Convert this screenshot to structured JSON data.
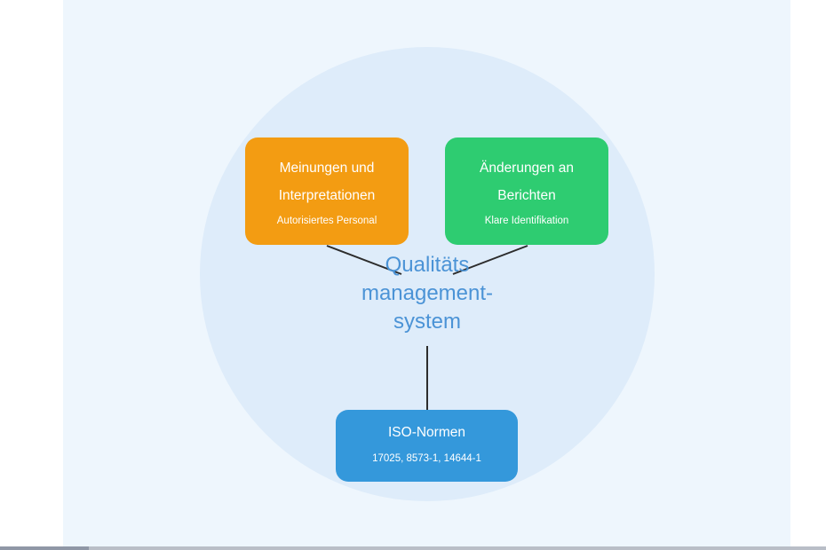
{
  "diagram": {
    "center": {
      "label": "Qualitäts\nmanagement-\nsystem"
    },
    "nodes": {
      "opinions": {
        "title": "Meinungen und\nInterpretationen",
        "subtitle": "Autorisiertes Personal",
        "color": "#f39c12"
      },
      "changes": {
        "title": "Änderungen an\nBerichten",
        "subtitle": "Klare Identifikation",
        "color": "#2ecc71"
      },
      "iso": {
        "title": "ISO-Normen",
        "subtitle": "17025, 8573-1, 14644-1",
        "color": "#3498db"
      }
    },
    "colors": {
      "background": "#eef6fd",
      "circle": "#deecfa",
      "center_text": "#4b93d6",
      "connector": "#2c2c2c"
    }
  }
}
